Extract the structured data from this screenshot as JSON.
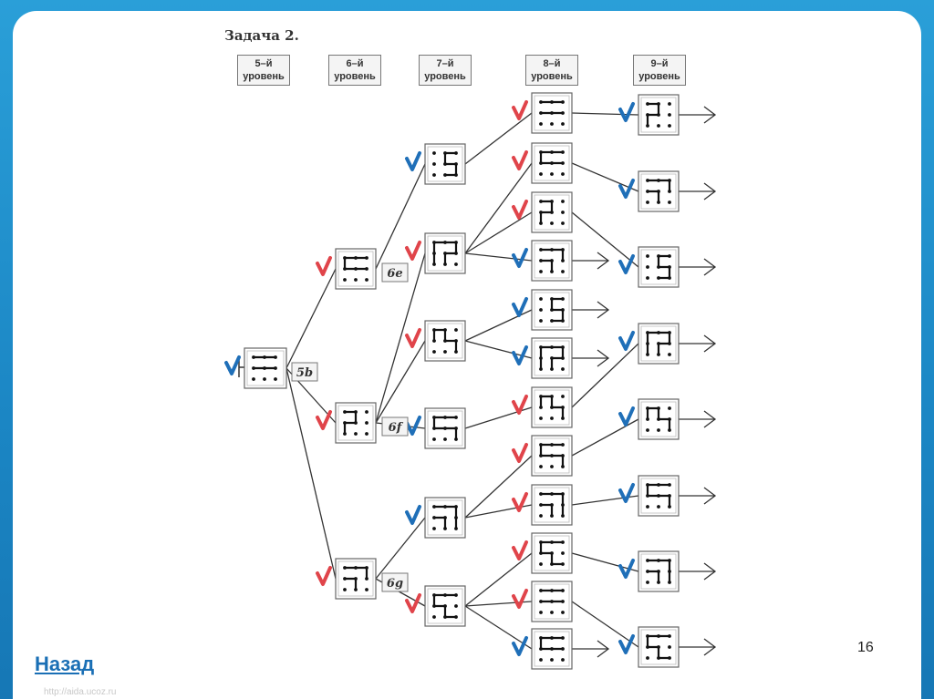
{
  "task_title": "Задача 2.",
  "levels": [
    {
      "line1": "5–й",
      "line2": "уровень"
    },
    {
      "line1": "6–й",
      "line2": "уровень"
    },
    {
      "line1": "7–й",
      "line2": "уровень"
    },
    {
      "line1": "8–й",
      "line2": "уровень"
    },
    {
      "line1": "9–й",
      "line2": "уровень"
    }
  ],
  "node_labels": [
    "5b",
    "6e",
    "6f",
    "6g"
  ],
  "page_number": "16",
  "back_link": "Назад",
  "watermark": "http://aida.ucoz.ru",
  "colors": {
    "red_check": "#e0444a",
    "blue_check": "#1f6fb8",
    "frame": "#1b86c4"
  }
}
